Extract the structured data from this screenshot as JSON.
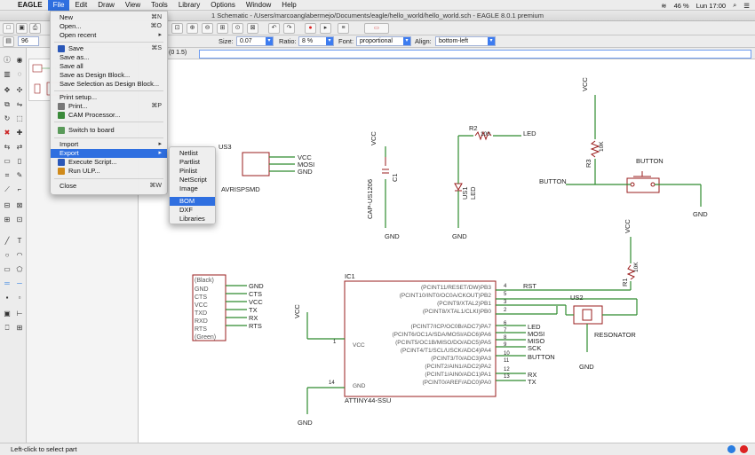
{
  "menubar": {
    "app_name": "EAGLE",
    "menus": [
      "File",
      "Edit",
      "Draw",
      "View",
      "Tools",
      "Library",
      "Options",
      "Window",
      "Help"
    ],
    "battery": "46 %",
    "clock": "Lun 17:00"
  },
  "window": {
    "title": "1 Schematic - /Users/marcoanglabermejo/Documents/eagle/hello_world/hello_world.sch - EAGLE 8.0.1 premium"
  },
  "toolbar": {
    "size_label": "Size:",
    "size_value": "0.07",
    "ratio_label": "Ratio:",
    "ratio_value": "8 %",
    "font_label": "Font:",
    "font_value": "proportional",
    "align_label": "Align:",
    "align_value": "bottom-left",
    "sheet_number": "96",
    "coordinate": "(0 1.5)"
  },
  "file_menu": {
    "items": [
      {
        "label": "New",
        "shortcut": "⌘N"
      },
      {
        "label": "Open...",
        "shortcut": "⌘O"
      },
      {
        "label": "Open recent",
        "shortcut": "▸"
      },
      {
        "label": "Save",
        "shortcut": "⌘S"
      },
      {
        "label": "Save as...",
        "shortcut": ""
      },
      {
        "label": "Save all",
        "shortcut": ""
      },
      {
        "label": "Save as Design Block...",
        "shortcut": ""
      },
      {
        "label": "Save Selection as Design Block...",
        "shortcut": ""
      },
      {
        "label": "Print setup...",
        "shortcut": ""
      },
      {
        "label": "Print...",
        "shortcut": "⌘P"
      },
      {
        "label": "CAM Processor...",
        "shortcut": ""
      },
      {
        "label": "Switch to board",
        "shortcut": ""
      },
      {
        "label": "Import",
        "shortcut": "▸"
      },
      {
        "label": "Export",
        "shortcut": "▸"
      },
      {
        "label": "Execute Script...",
        "shortcut": ""
      },
      {
        "label": "Run ULP...",
        "shortcut": ""
      },
      {
        "label": "Close",
        "shortcut": "⌘W"
      }
    ]
  },
  "export_menu": {
    "items": [
      "Netlist",
      "Partlist",
      "Pinlist",
      "NetScript",
      "Image",
      "BOM",
      "DXF",
      "Libraries"
    ]
  },
  "schematic": {
    "labels": {
      "vcc": "VCC",
      "gnd": "GND",
      "us3": "US3",
      "avrispsmd": "AVRISPSMD",
      "mosi": "MOSI",
      "r2": "R2",
      "r2_val": "100",
      "led": "LED",
      "us1": "US1",
      "us1_led": "LED",
      "c1_cap": "CAP-US1206",
      "c1": "C1",
      "r3": "R3",
      "r3_val": "10K",
      "button": "BUTTON",
      "r1": "R1",
      "r1_val": "10K",
      "ic1": "IC1",
      "ic1_name": "ATTINY44-SSU",
      "us2": "US2",
      "resonator": "RESONATOR",
      "rst": "RST",
      "miso": "MISO",
      "sck": "SCK",
      "rx": "RX",
      "tx": "TX",
      "cts": "CTS",
      "rts": "RTS",
      "rxd": "RXD",
      "txd": "TXD",
      "black": "(Black)",
      "green": "(Green)"
    },
    "ic_pins": [
      {
        "name": "(PCINT11/RESET/DW)PB3",
        "num": "4"
      },
      {
        "name": "(PCINT10/INT0/OC0A/CKOUT)PB2",
        "num": "5"
      },
      {
        "name": "(PCINT9/XTAL2)PB1",
        "num": "3"
      },
      {
        "name": "(PCINT8/XTAL1/CLKI)PB0",
        "num": "2"
      },
      {
        "name": "(PCINT7/ICP/OC0B/ADC7)PA7",
        "num": "6"
      },
      {
        "name": "(PCINT6/OC1A/SDA/MOSI/ADC6)PA6",
        "num": "7"
      },
      {
        "name": "(PCINT5/OC1B/MISO/DO/ADC5)PA5",
        "num": "8"
      },
      {
        "name": "(PCINT4/T1/SCL/USCK/ADC4)PA4",
        "num": "9"
      },
      {
        "name": "(PCINT3/T0/ADC3)PA3",
        "num": "10"
      },
      {
        "name": "(PCINT2/AIN1/ADC2)PA2",
        "num": "11"
      },
      {
        "name": "(PCINT1/AIN0/ADC1)PA1",
        "num": "12"
      },
      {
        "name": "(PCINT0/AREF/ADC0)PA0",
        "num": "13"
      }
    ],
    "ic_left": {
      "vcc": "VCC",
      "vcc_num": "1",
      "gnd": "GND",
      "gnd_num": "14"
    }
  },
  "status": {
    "text": "Left-click to select part"
  },
  "colors": {
    "wire": "#2e8b2e",
    "symbol": "#9a1c1c",
    "menu_highlight": "#2f6fe0"
  }
}
